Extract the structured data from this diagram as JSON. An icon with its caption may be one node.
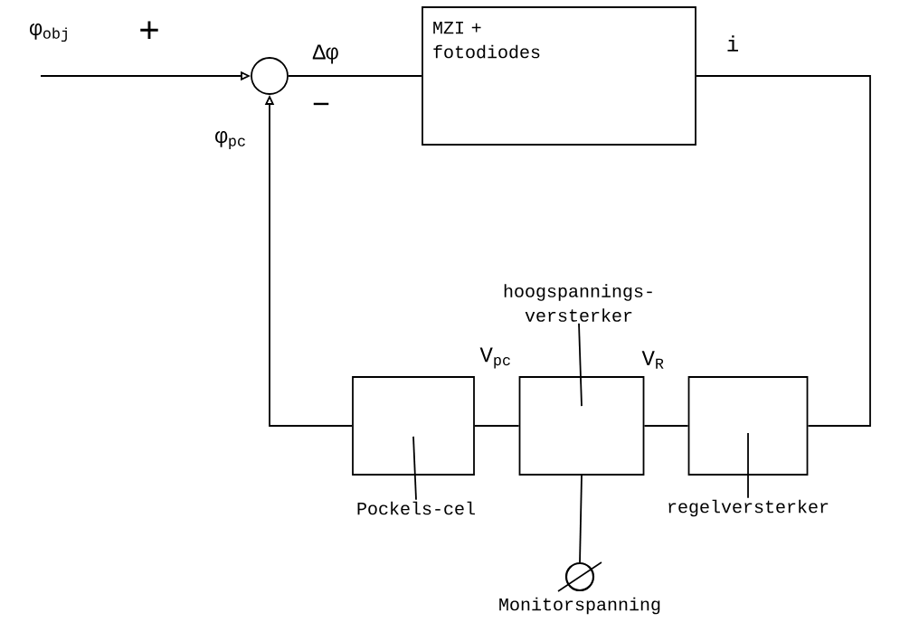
{
  "diagram": {
    "nodes": [
      {
        "text": [],
        "shape": "circle"
      },
      {
        "text": [
          "MZI + fotodiodes"
        ]
      },
      {
        "text": [],
        "shape": "box"
      },
      {
        "text": [],
        "shape": "box"
      },
      {
        "text": [],
        "shape": "box"
      },
      {
        "text": [
          "Pockels-cel"
        ]
      },
      {
        "text": [
          "hoogspannings- versterker"
        ]
      },
      {
        "text": [
          "regelversterker"
        ]
      },
      {
        "text": [],
        "shape": "circle",
        "beside": [
          "Monitorspanning"
        ]
      }
    ],
    "edges": [
      {
        "from": null,
        "to": 0,
        "arrow": "to",
        "label": "φ$_{obj}$"
      },
      {
        "from": 0,
        "to": 1,
        "arrow": "none",
        "label": "Δφ"
      },
      {
        "from": 1,
        "to": 4,
        "arrow": "none",
        "label": "i"
      },
      {
        "from": 4,
        "to": 3,
        "arrow": "none",
        "label": "V$_{R}$"
      },
      {
        "from": 3,
        "to": 2,
        "arrow": "none",
        "label": "V$_{pc}$"
      },
      {
        "from": 2,
        "to": 0,
        "arrow": "to",
        "label": "φ$_{pc}$"
      },
      {
        "from": 3,
        "to": 8,
        "arrow": "none"
      },
      {
        "from": 5,
        "to": 2,
        "arrow": "none"
      },
      {
        "from": 6,
        "to": 3,
        "arrow": "none"
      },
      {
        "from": 7,
        "to": 4,
        "arrow": "none"
      }
    ],
    "labels": [
      "+",
      "−"
    ]
  }
}
